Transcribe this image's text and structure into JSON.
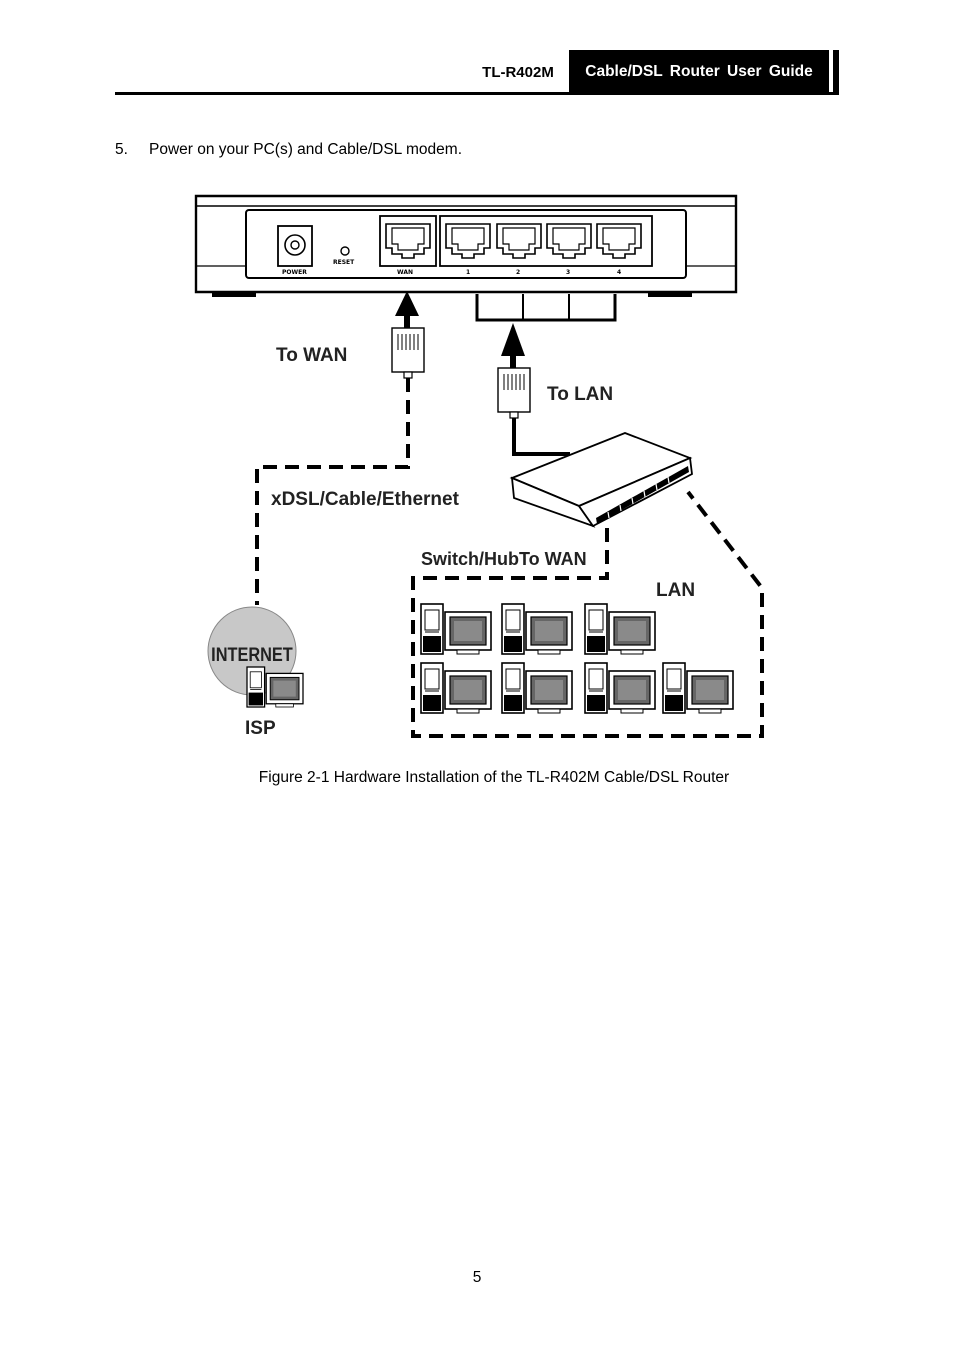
{
  "header": {
    "model": "TL-R402M",
    "title": "Cable/DSL Router User Guide"
  },
  "step": {
    "number": "5.",
    "text": "Power on your PC(s) and Cable/DSL modem."
  },
  "figure": {
    "router_ports": {
      "power": "POWER",
      "reset": "RESET",
      "wan": "WAN",
      "lan1": "1",
      "lan2": "2",
      "lan3": "3",
      "lan4": "4"
    },
    "labels": {
      "to_wan": "To WAN",
      "to_lan": "To LAN",
      "xdsl": "xDSL/Cable/Ethernet",
      "switch_hub": "Switch/HubTo WAN",
      "lan": "LAN",
      "internet": "INTERNET",
      "isp": "ISP"
    },
    "caption": "Figure 2-1 Hardware Installation of the TL-R402M Cable/DSL Router"
  },
  "page_number": "5"
}
